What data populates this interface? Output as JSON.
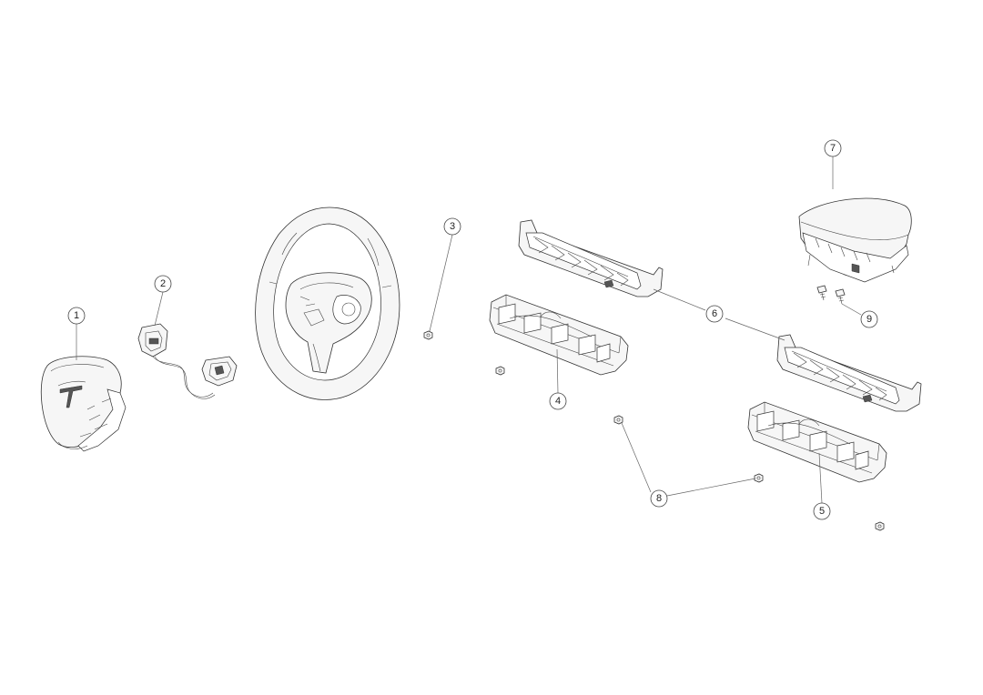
{
  "diagram": {
    "callouts": [
      {
        "id": "1",
        "label": "1"
      },
      {
        "id": "2",
        "label": "2"
      },
      {
        "id": "3",
        "label": "3"
      },
      {
        "id": "4",
        "label": "4"
      },
      {
        "id": "5",
        "label": "5"
      },
      {
        "id": "6",
        "label": "6"
      },
      {
        "id": "7",
        "label": "7"
      },
      {
        "id": "8",
        "label": "8"
      },
      {
        "id": "9",
        "label": "9"
      }
    ],
    "parts": [
      {
        "callout": "1",
        "icon": "driver-airbag-icon"
      },
      {
        "callout": "2",
        "icon": "clock-spring-harness-icon"
      },
      {
        "callout": "3",
        "icon": "nut-icon"
      },
      {
        "callout": "4",
        "icon": "knee-airbag-module-icon"
      },
      {
        "callout": "5",
        "icon": "knee-airbag-module-icon"
      },
      {
        "callout": "6",
        "icon": "knee-airbag-bracket-icon"
      },
      {
        "callout": "7",
        "icon": "passenger-airbag-icon"
      },
      {
        "callout": "8",
        "icon": "nut-icon"
      },
      {
        "callout": "9",
        "icon": "bolt-icon"
      }
    ],
    "colors": {
      "line": "#333333",
      "background": "#ffffff",
      "fill": "#f6f6f6"
    }
  }
}
